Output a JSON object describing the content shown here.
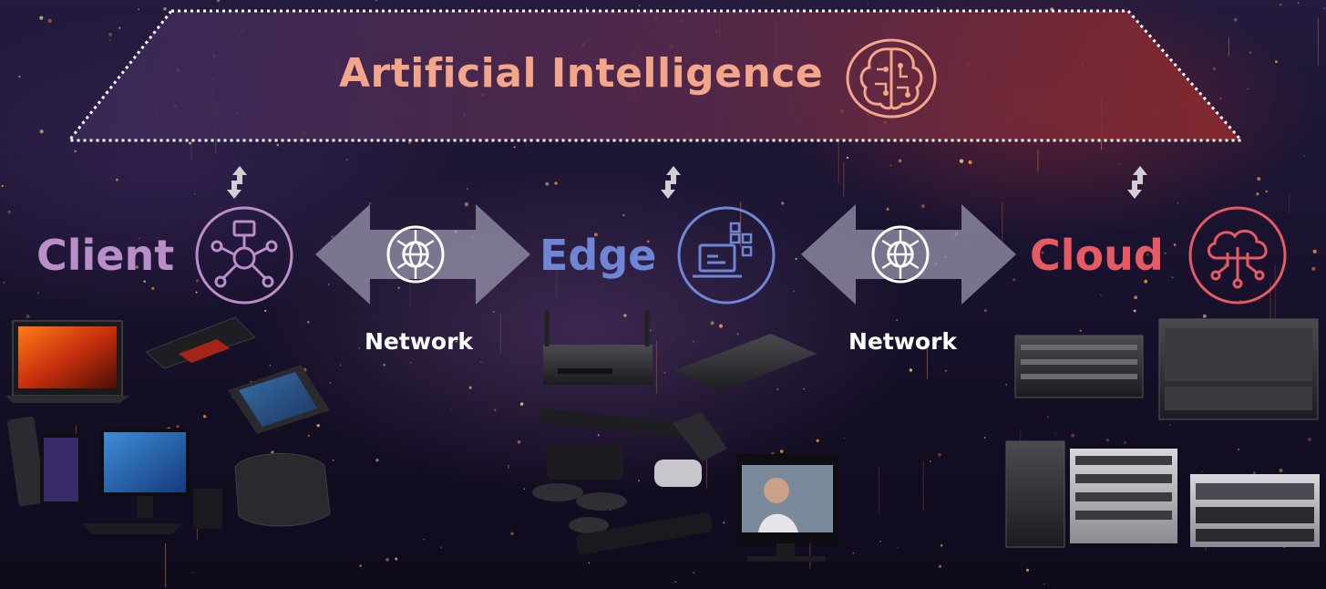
{
  "banner": {
    "title": "Artificial Intelligence",
    "icon": "brain-circuit-icon",
    "color": "#f4a68a"
  },
  "tiers": [
    {
      "label": "Client",
      "icon": "network-hub-icon",
      "color": "#b98ec9"
    },
    {
      "label": "Edge",
      "icon": "laptop-data-icon",
      "color": "#6f86d6"
    },
    {
      "label": "Cloud",
      "icon": "cloud-network-icon",
      "color": "#e65a63"
    }
  ],
  "links": [
    {
      "label": "Network",
      "icon": "globe-network-icon"
    },
    {
      "label": "Network",
      "icon": "globe-network-icon"
    }
  ],
  "colors": {
    "arrow": "#8f8aa3",
    "small_arrow": "#cfcfd6",
    "banner_border": "#ffffff"
  }
}
